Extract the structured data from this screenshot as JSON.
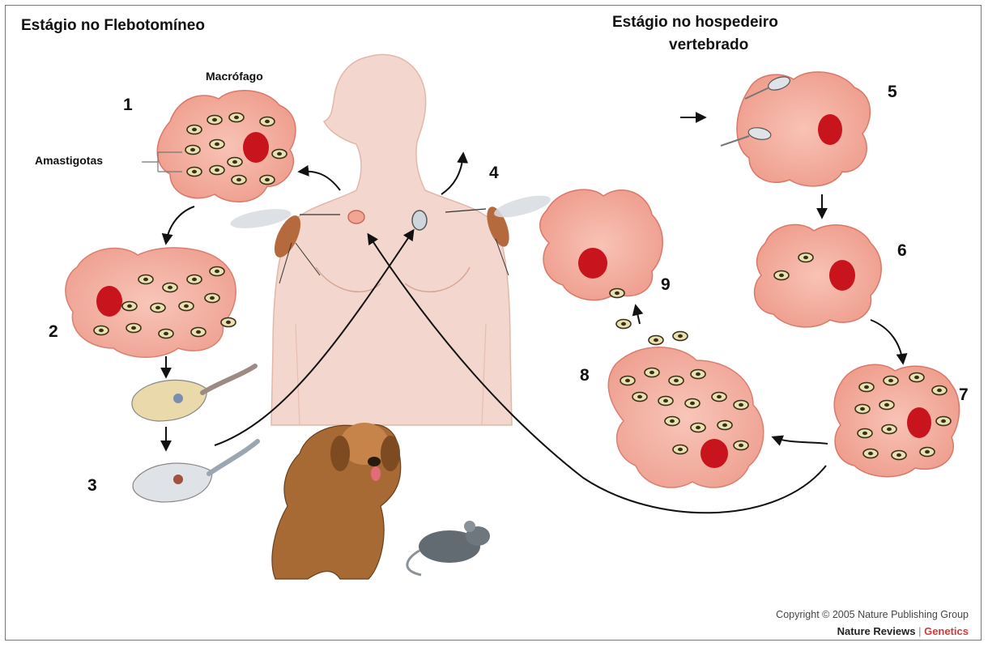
{
  "titles": {
    "sandfly_stage": "Estágio no Flebotomíneo",
    "vertebrate_stage_line1": "Estágio no hospedeiro",
    "vertebrate_stage_line2": "vertebrado"
  },
  "labels": {
    "macrophage": "Macrófago",
    "amastigotes": "Amastigotas"
  },
  "steps": [
    "1",
    "2",
    "3",
    "4",
    "5",
    "6",
    "7",
    "8",
    "9"
  ],
  "credits": {
    "copyright": "Copyright © 2005 Nature Publishing Group",
    "journal": "Nature Reviews",
    "separator": "|",
    "section": "Genetics"
  },
  "colors": {
    "cell_fill": "#f3a99a",
    "cell_edge": "#d9786a",
    "nucleus": "#c8141c",
    "skin": "#f2d5cc",
    "parasite": "#e8dfa8",
    "accent": "#d03a3a"
  }
}
